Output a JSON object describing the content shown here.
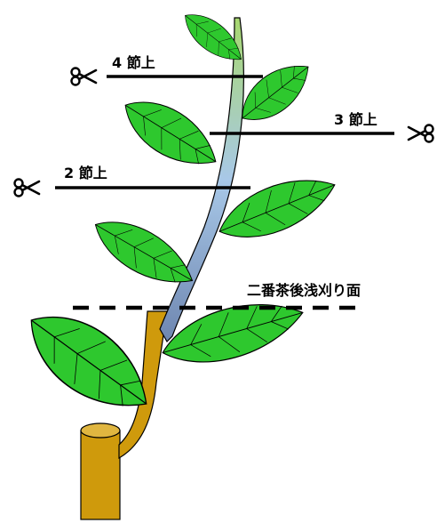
{
  "labels": {
    "node4": "4 節上",
    "node3": "3 節上",
    "node2": "2 節上",
    "cut_surface": "二番茶後浅刈り面"
  },
  "colors": {
    "leaf_fill": "#2ec82e",
    "leaf_edge": "#000000",
    "old_stem": "#cf9a0c",
    "stump_top": "#e0b640",
    "shoot_top": "#a8d870",
    "shoot_mid": "#a8c8e8",
    "shoot_base": "#6e86b0",
    "line": "#000000"
  },
  "icons": {
    "scissors": "scissors-icon"
  }
}
